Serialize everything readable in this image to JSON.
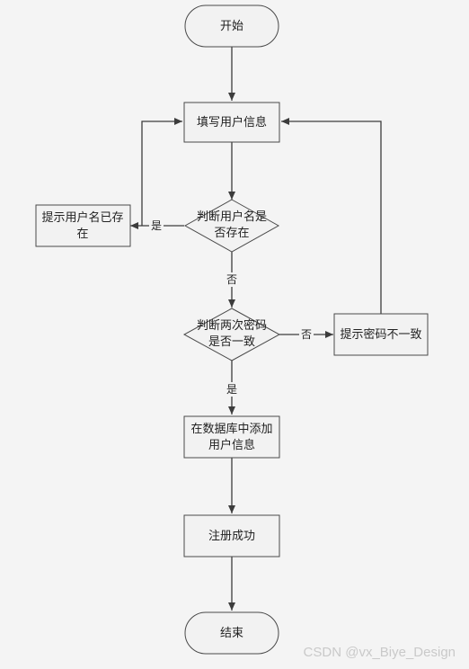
{
  "nodes": {
    "start": "开始",
    "fill_user_info": "填写用户信息",
    "check_username_line1": "判断用户名是",
    "check_username_line2": "否存在",
    "username_exists_line1": "提示用户名已存",
    "username_exists_line2": "在",
    "check_password_line1": "判断两次密码",
    "check_password_line2": "是否一致",
    "password_mismatch": "提示密码不一致",
    "add_to_db_line1": "在数据库中添加",
    "add_to_db_line2": "用户信息",
    "register_success": "注册成功",
    "end": "结束"
  },
  "edges": {
    "username_yes": "是",
    "username_no": "否",
    "password_no": "否",
    "password_yes": "是"
  },
  "watermark": "CSDN @vx_Biye_Design"
}
